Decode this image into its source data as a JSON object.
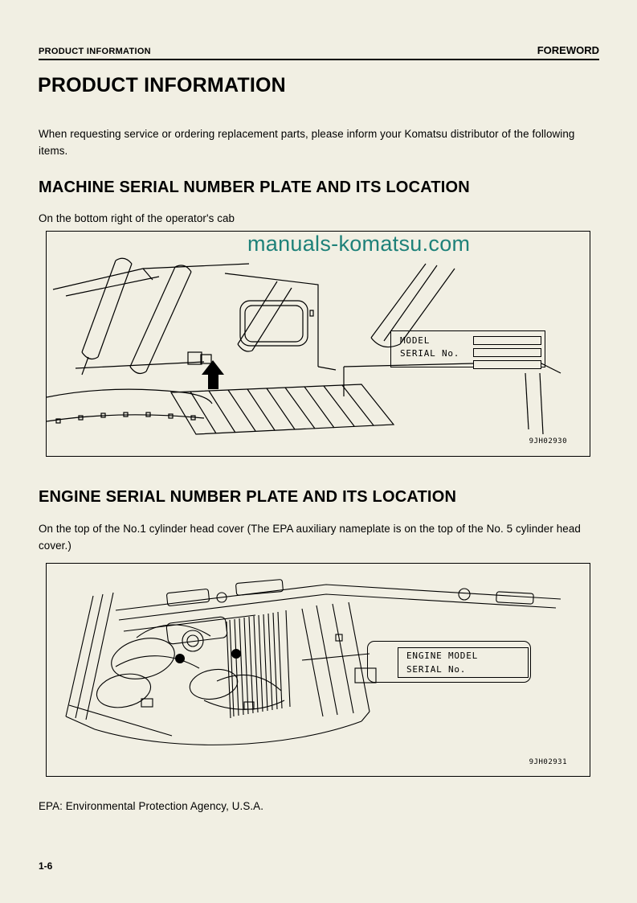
{
  "colors": {
    "page_bg": "#f1efe3",
    "ink": "#000000",
    "watermark": "#1e8179"
  },
  "header": {
    "left": "PRODUCT INFORMATION",
    "right": "FOREWORD"
  },
  "title": "PRODUCT INFORMATION",
  "intro": "When requesting service or ordering replacement parts, please inform your Komatsu distributor of the following items.",
  "machine_section": {
    "heading": "MACHINE SERIAL NUMBER PLATE AND ITS LOCATION",
    "caption": "On the bottom right of the operator's cab",
    "figure": {
      "watermark": "manuals-komatsu.com",
      "plate": {
        "model_label": "MODEL",
        "serial_label": "SERIAL No."
      },
      "code": "9JH02930"
    }
  },
  "engine_section": {
    "heading": "ENGINE SERIAL NUMBER PLATE AND ITS LOCATION",
    "caption": "On the top of the No.1 cylinder head cover (The EPA auxiliary nameplate is on the top of the No. 5 cylinder head cover.)",
    "figure": {
      "plate": {
        "model_label": "ENGINE MODEL",
        "serial_label": "SERIAL No."
      },
      "code": "9JH02931"
    }
  },
  "epa_note": "EPA: Environmental Protection Agency, U.S.A.",
  "page_number": "1-6"
}
